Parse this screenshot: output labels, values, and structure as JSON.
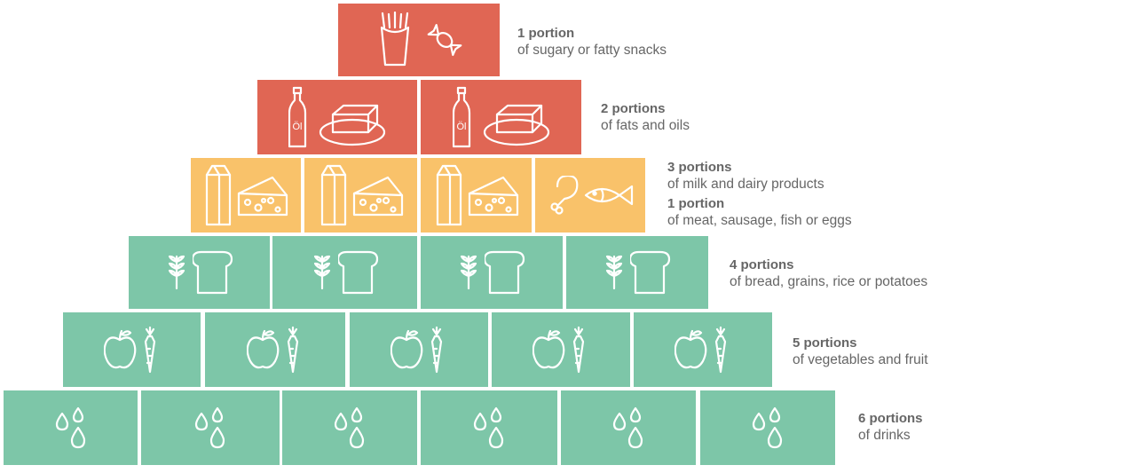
{
  "colors": {
    "red": "#e06654",
    "orange": "#f9c26a",
    "green": "#7dc6a8",
    "line": "#ffffff",
    "text": "#666666"
  },
  "tiers": [
    {
      "color": "red",
      "icons": [
        "fries-icon",
        "candy-icon"
      ]
    },
    {
      "color": "red",
      "icons": [
        "oil-bottle-icon",
        "butter-icon"
      ]
    },
    {
      "color": "orange",
      "icons": [
        "milk-carton-icon",
        "cheese-icon",
        "chicken-leg-icon",
        "fish-icon"
      ]
    },
    {
      "color": "green",
      "icons": [
        "grain-icon",
        "bread-icon"
      ]
    },
    {
      "color": "green",
      "icons": [
        "apple-icon",
        "carrot-icon"
      ]
    },
    {
      "color": "green",
      "icons": [
        "drops-icon"
      ]
    }
  ],
  "labels": {
    "snacks": {
      "count": "1 portion",
      "desc": "of sugary or fatty snacks"
    },
    "fats": {
      "count": "2 portions",
      "desc": "of fats and oils"
    },
    "dairy": {
      "count": "3 portions",
      "desc": "of milk and dairy products"
    },
    "meat": {
      "count": "1 portion",
      "desc": "of meat, sausage, fish or eggs"
    },
    "bread": {
      "count": "4 portions",
      "desc": "of bread, grains, rice or potatoes"
    },
    "veg": {
      "count": "5 portions",
      "desc": "of vegetables and fruit"
    },
    "drinks": {
      "count": "6 portions",
      "desc": "of drinks"
    }
  }
}
